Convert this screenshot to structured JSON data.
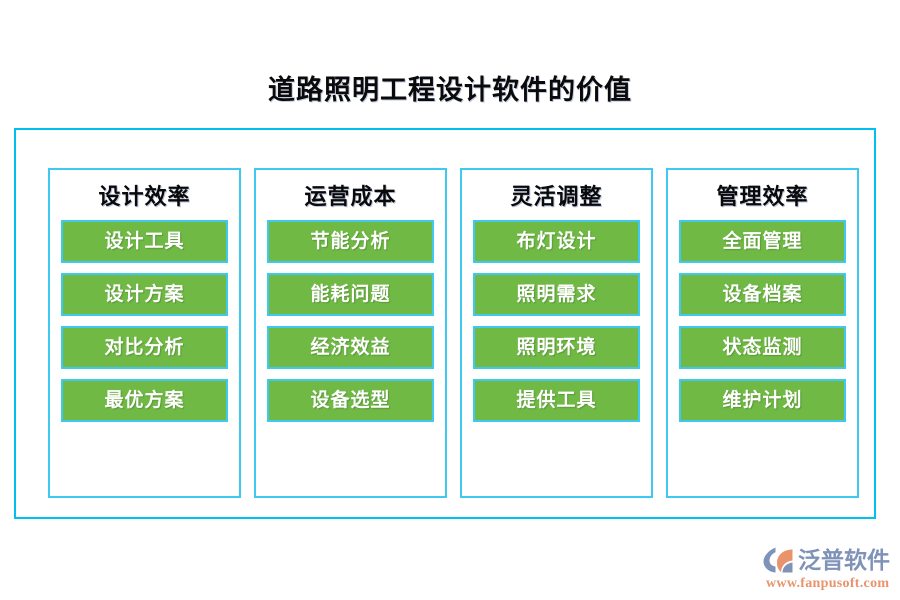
{
  "title": "道路照明工程设计软件的价值",
  "colors": {
    "frame_border": "#00c0ee",
    "column_border": "#3ec9f0",
    "item_fill": "#6fb944",
    "item_border": "#3ec9f0",
    "item_text": "#ffffff",
    "heading_text": "#0a0a0a",
    "logo_name": "#7f93b8",
    "logo_url": "#e9936c",
    "background": "#ffffff"
  },
  "columns": [
    {
      "heading": "设计效率",
      "items": [
        "设计工具",
        "设计方案",
        "对比分析",
        "最优方案"
      ]
    },
    {
      "heading": "运营成本",
      "items": [
        "节能分析",
        "能耗问题",
        "经济效益",
        "设备选型"
      ]
    },
    {
      "heading": "灵活调整",
      "items": [
        "布灯设计",
        "照明需求",
        "照明环境",
        "提供工具"
      ]
    },
    {
      "heading": "管理效率",
      "items": [
        "全面管理",
        "设备档案",
        "状态监测",
        "维护计划"
      ]
    }
  ],
  "logo": {
    "icon": "fanpu-logo-icon",
    "name": "泛普软件",
    "url": "www.fanpusoft.com"
  }
}
